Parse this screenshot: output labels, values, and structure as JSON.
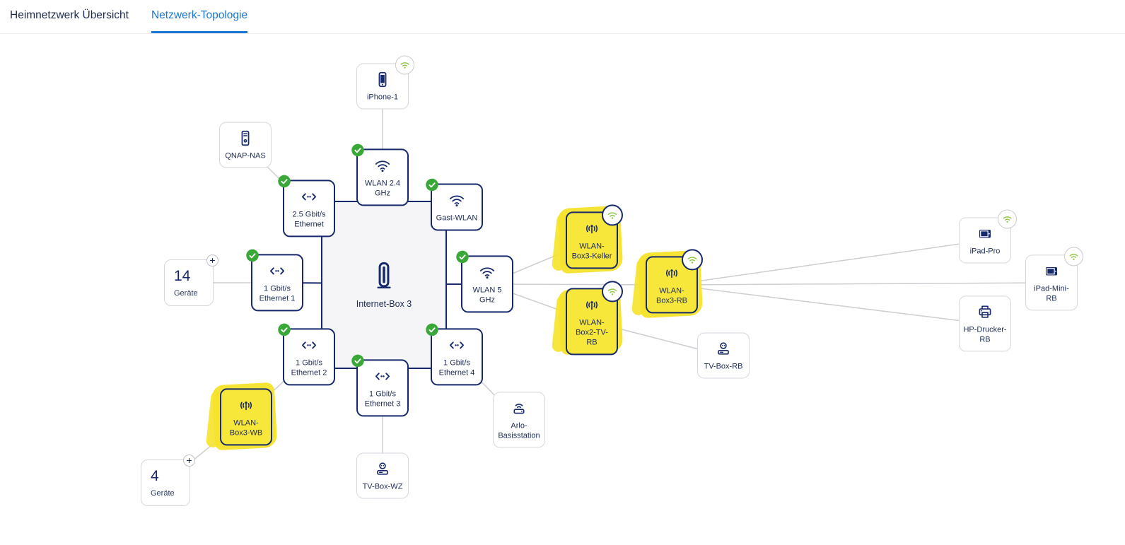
{
  "colors": {
    "navy": "#17296d",
    "tab_active_blue": "#1976d2",
    "check_green": "#3aa839",
    "wifi_badge_green": "#8cc63f",
    "highlight_yellow": "#f5e32a",
    "wire_gray": "#cdcdd2",
    "device_border_gray": "#d6d6dc"
  },
  "tabs": {
    "overview": "Heimnetzwerk Übersicht",
    "topology": "Netzwerk-Topologie"
  },
  "icons": {
    "wifi-icon": "wifi arcs with dot",
    "ethernet-icon": "angle brackets with dots",
    "phone-icon": "smartphone",
    "nas-icon": "NAS tower",
    "router-icon": "internet box tower",
    "repeater-icon": "antenna with side arcs",
    "tv-box-icon": "puck over set-top box",
    "base-station-icon": "arcs over box",
    "tablet-icon": "tablet",
    "printer-icon": "printer",
    "status-ok-icon": "green circle with check",
    "expand-plus-icon": "circle with plus",
    "wifi-signal-badge": "green wifi arcs in circle"
  },
  "topology": {
    "center": {
      "label": "Internet-Box 3"
    },
    "ports": {
      "wlan24": {
        "label": "WLAN 2.4\nGHz"
      },
      "eth25": {
        "label": "2.5 Gbit/s\nEthernet"
      },
      "gast": {
        "label": "Gast-WLAN"
      },
      "eth1": {
        "label": "1 Gbit/s\nEthernet 1"
      },
      "wlan5": {
        "label": "WLAN 5\nGHz"
      },
      "eth2": {
        "label": "1 Gbit/s\nEthernet 2"
      },
      "eth3": {
        "label": "1 Gbit/s\nEthernet 3"
      },
      "eth4": {
        "label": "1 Gbit/s\nEthernet 4"
      }
    },
    "devices": {
      "iphone1": {
        "label": "iPhone-1"
      },
      "qnap": {
        "label": "QNAP-NAS"
      },
      "group14": {
        "value": "14",
        "label": "Geräte"
      },
      "wlanbox3wb": {
        "label": "WLAN-Box3-WB"
      },
      "group4": {
        "value": "4",
        "label": "Geräte"
      },
      "tvboxwz": {
        "label": "TV-Box-WZ"
      },
      "arlo": {
        "label": "Arlo-Basisstation"
      },
      "wlanbox3keller": {
        "label": "WLAN-Box3-Keller"
      },
      "wlanbox2tvrb": {
        "label": "WLAN-Box2-TV-RB"
      },
      "wlanbox3rb": {
        "label": "WLAN-Box3-RB"
      },
      "tvboxrb": {
        "label": "TV-Box-RB"
      },
      "ipadpro": {
        "label": "iPad-Pro"
      },
      "ipadminirb": {
        "label": "iPad-Mini-RB"
      },
      "hpdruckerrb": {
        "label": "HP-Drucker-RB"
      }
    }
  }
}
